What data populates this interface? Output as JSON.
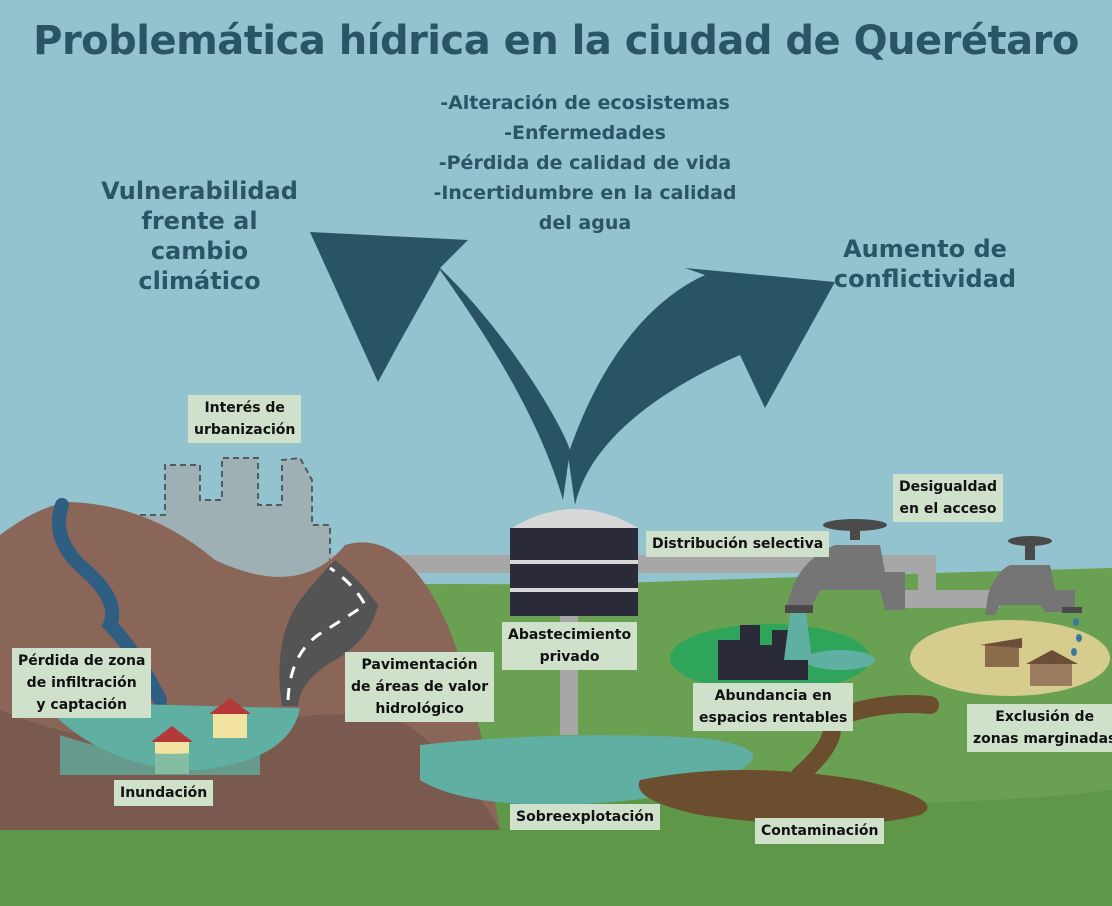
{
  "title": "Problemática hídrica en la ciudad de Querétaro",
  "outcomes": {
    "left": [
      "Vulnerabilidad",
      "frente al cambio",
      "climático"
    ],
    "center": [
      "-Alteración de ecosistemas",
      "-Enfermedades",
      "-Pérdida de calidad de vida",
      "-Incertidumbre en la calidad",
      "del agua"
    ],
    "right": [
      "Aumento de",
      "conflictividad"
    ]
  },
  "labels": {
    "urbanization": [
      "Interés de",
      "urbanización"
    ],
    "infiltration": [
      "Pérdida de zona",
      "de infiltración",
      "y captación"
    ],
    "paving": [
      "Pavimentación",
      "de áreas de valor",
      "hidrológico"
    ],
    "flood": [
      "Inundación"
    ],
    "private_supply": [
      "Abastecimiento",
      "privado"
    ],
    "selective": [
      "Distribución selectiva"
    ],
    "inequality": [
      "Desigualdad",
      "en el acceso"
    ],
    "abundance": [
      "Abundancia en",
      "espacios rentables"
    ],
    "exclusion": [
      "Exclusión de",
      "zonas marginadas"
    ],
    "overexploitation": [
      "Sobreexplotación"
    ],
    "pollution": [
      "Contaminación"
    ]
  },
  "colors": {
    "sky": "#93c3cf",
    "title": "#2a5565",
    "arrow": "#295463",
    "grass": "#6aa052",
    "hill": "#8a6658",
    "water": "#5fb0a3",
    "label_bg": "#cfe0cb"
  }
}
